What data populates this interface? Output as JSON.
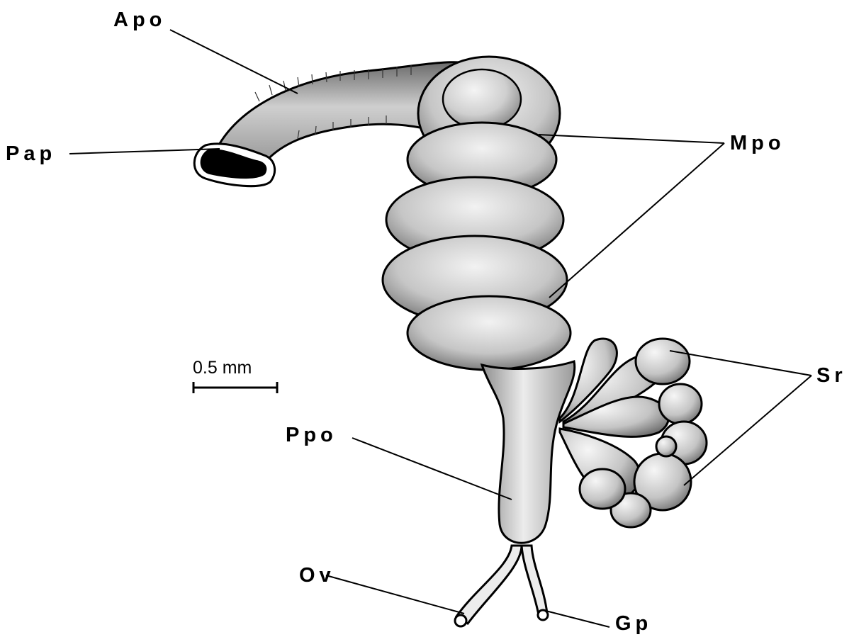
{
  "labels": {
    "apo": "Apo",
    "pap": "Pap",
    "mpo": "Mpo",
    "sr": "Sr",
    "ppo": "Ppo",
    "ov": "Ov",
    "gp": "Gp"
  },
  "scale_bar": {
    "text": "0.5 mm"
  },
  "colors": {
    "ink": "#000000",
    "organ_fill": "#d7d7d7",
    "organ_shadow": "#8c8c8c",
    "background": "#ffffff"
  }
}
